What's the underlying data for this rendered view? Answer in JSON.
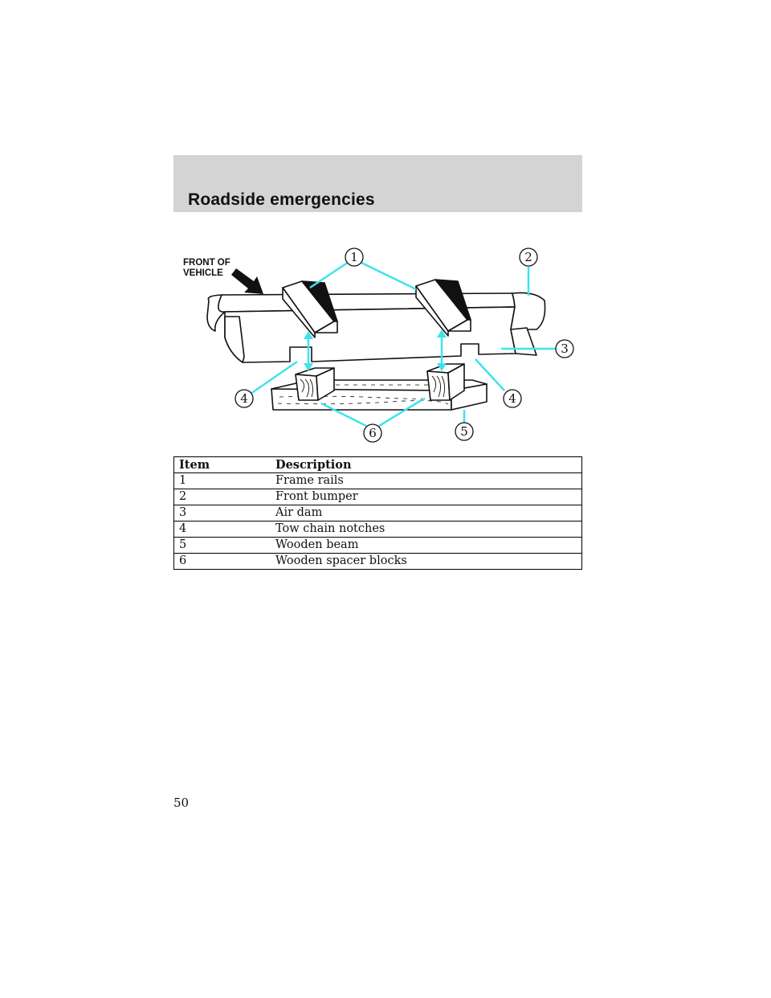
{
  "header": {
    "title": "Roadside emergencies"
  },
  "figure": {
    "front_label_line1": "FRONT OF",
    "front_label_line2": "VEHICLE",
    "callouts": [
      "1",
      "2",
      "3",
      "4",
      "4",
      "6",
      "5"
    ]
  },
  "table": {
    "columns": [
      "Item",
      "Description"
    ],
    "rows": [
      [
        "1",
        "Frame rails"
      ],
      [
        "2",
        "Front bumper"
      ],
      [
        "3",
        "Air dam"
      ],
      [
        "4",
        "Tow chain notches"
      ],
      [
        "5",
        "Wooden beam"
      ],
      [
        "6",
        "Wooden spacer blocks"
      ]
    ]
  },
  "footer": {
    "page_number": "50"
  },
  "colors": {
    "callout": "#3fe3ec",
    "header_band": "#d4d4d4"
  }
}
